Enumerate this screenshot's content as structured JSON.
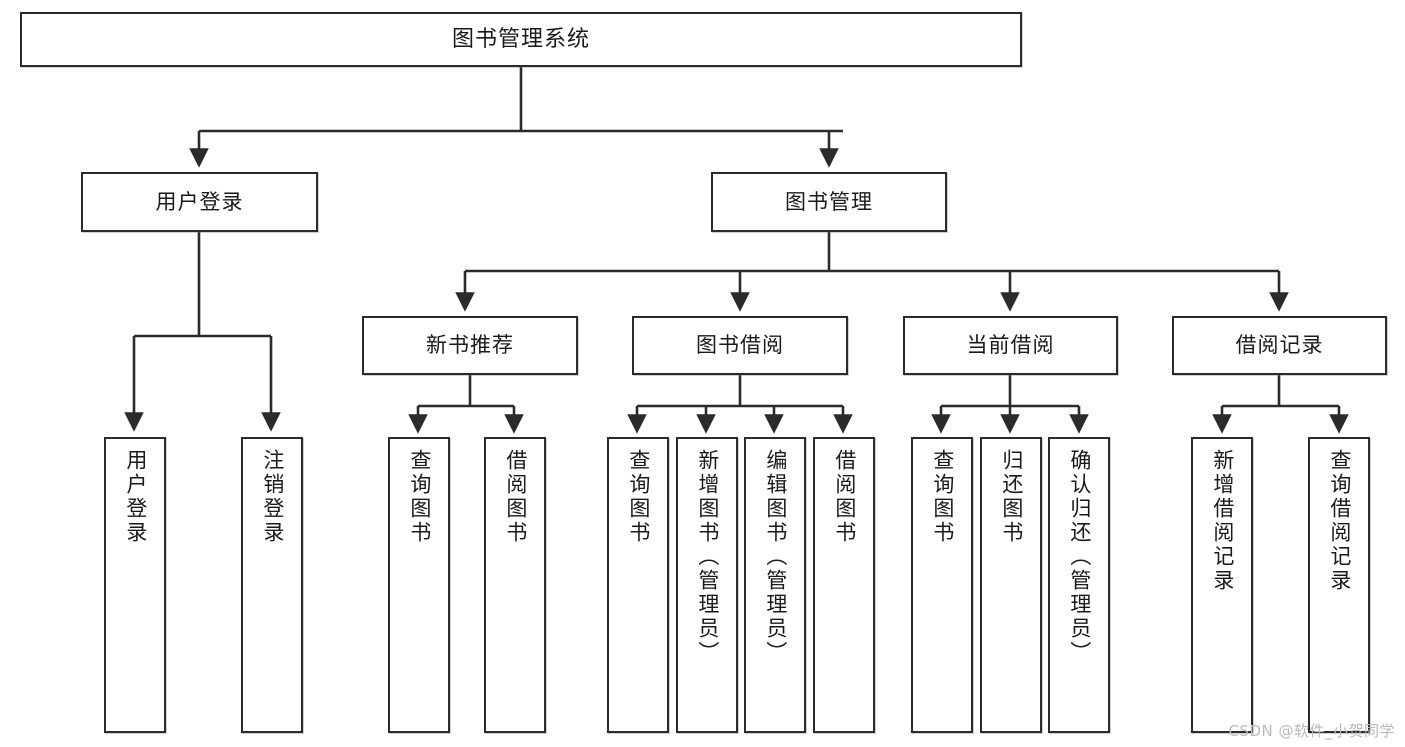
{
  "diagram": {
    "title": "图书管理系统",
    "type": "tree",
    "background": "#ffffff",
    "line_color": "#2b2b2b",
    "box_border_color": "#2b2b2b",
    "box_fill": "#ffffff",
    "text_color": "#1a1a1a"
  },
  "nodes": {
    "root": {
      "label": "图书管理系统"
    },
    "level2": [
      {
        "id": "user-login",
        "label": "用户登录"
      },
      {
        "id": "book-manage",
        "label": "图书管理"
      }
    ],
    "level3": [
      {
        "id": "new-book-rec",
        "label": "新书推荐"
      },
      {
        "id": "book-borrow",
        "label": "图书借阅"
      },
      {
        "id": "current-borrow",
        "label": "当前借阅"
      },
      {
        "id": "borrow-record",
        "label": "借阅记录"
      }
    ],
    "leaves": {
      "user_login": [
        {
          "id": "leaf-user-login",
          "label": "用户登录"
        },
        {
          "id": "leaf-logout",
          "label": "注销登录"
        }
      ],
      "new_book_rec": [
        {
          "id": "leaf-query-book-1",
          "label": "查询图书"
        },
        {
          "id": "leaf-borrow-book-1",
          "label": "借阅图书"
        }
      ],
      "book_borrow": [
        {
          "id": "leaf-query-book-2",
          "label": "查询图书"
        },
        {
          "id": "leaf-add-book",
          "label": "新增图书（管理员）"
        },
        {
          "id": "leaf-edit-book",
          "label": "编辑图书（管理员）"
        },
        {
          "id": "leaf-borrow-book-2",
          "label": "借阅图书"
        }
      ],
      "current_borrow": [
        {
          "id": "leaf-query-book-3",
          "label": "查询图书"
        },
        {
          "id": "leaf-return-book",
          "label": "归还图书"
        },
        {
          "id": "leaf-confirm-return",
          "label": "确认归还（管理员）"
        }
      ],
      "borrow_record": [
        {
          "id": "leaf-add-record",
          "label": "新增借阅记录"
        },
        {
          "id": "leaf-query-record",
          "label": "查询借阅记录"
        }
      ]
    }
  },
  "watermark": {
    "text": "CSDN @软件_小贺同学"
  }
}
